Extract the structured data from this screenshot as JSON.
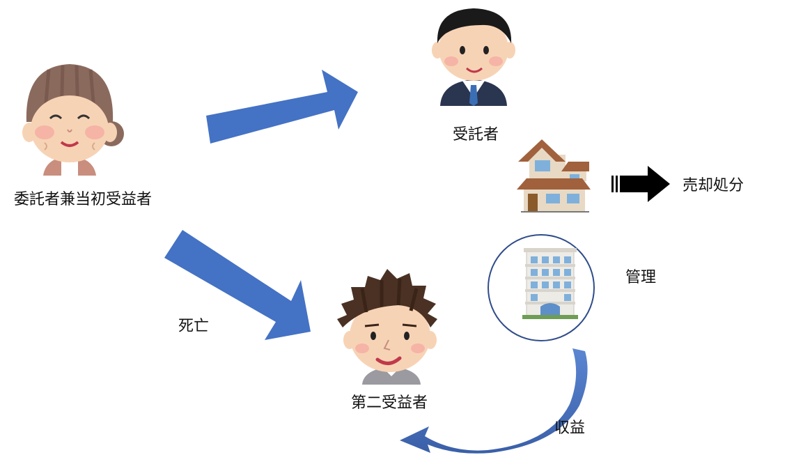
{
  "labels": {
    "settlor": "委託者兼当初受益者",
    "trustee": "受託者",
    "second_beneficiary": "第二受益者",
    "death": "死亡",
    "sale": "売却処分",
    "management": "管理",
    "income": "収益"
  },
  "colors": {
    "arrow_blue": "#4472C4",
    "arrow_blue_dark": "#3A5FA8",
    "arrow_black": "#000000",
    "circle_stroke": "#2F4C8A"
  },
  "icons": {
    "settlor": "elderly-woman-icon",
    "trustee": "businessman-icon",
    "second_beneficiary": "young-man-icon",
    "house": "house-icon",
    "apartment": "apartment-building-icon"
  }
}
